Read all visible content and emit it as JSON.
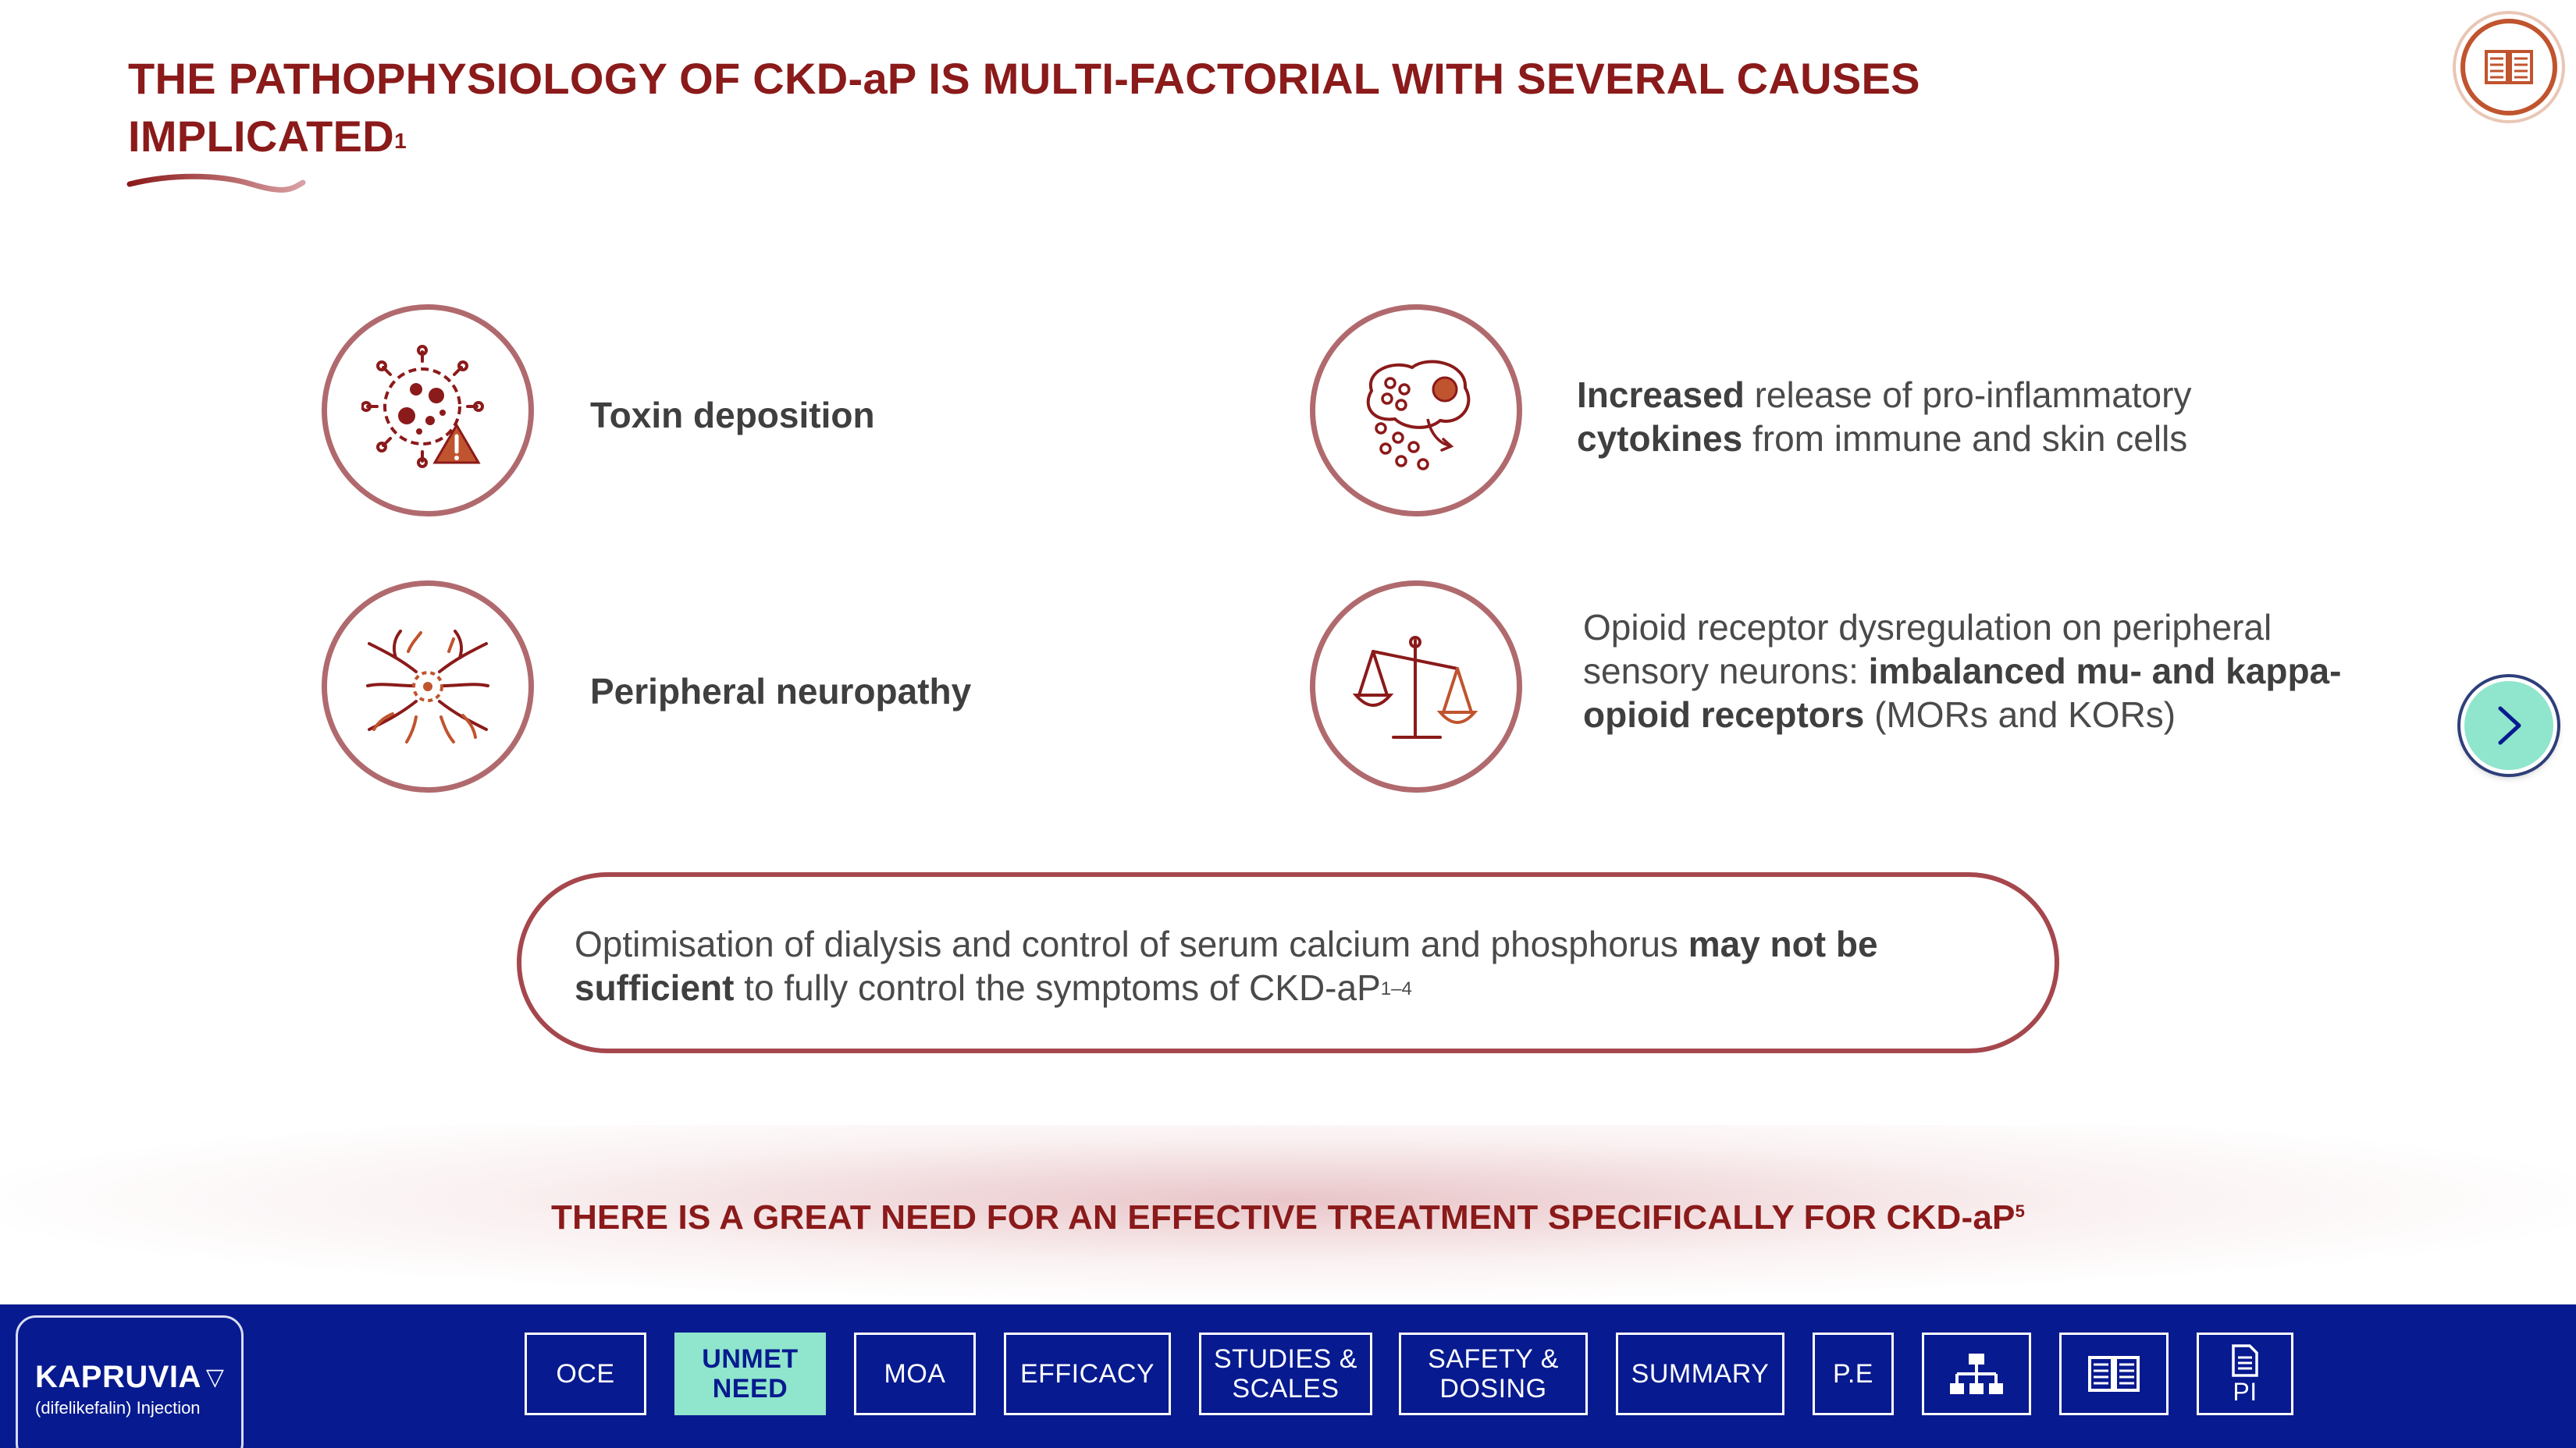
{
  "page": {
    "title": "THE PATHOPHYSIOLOGY OF CKD-aP IS MULTI-FACTORIAL WITH SEVERAL CAUSES IMPLICATED",
    "title_ref": "1"
  },
  "causes": [
    {
      "icon": "virus-toxin-icon",
      "plain_before": "",
      "bold": "Toxin deposition",
      "plain_after": ""
    },
    {
      "icon": "immune-cell-icon",
      "bold1": "Increased",
      "plain1": " release of pro-inflammatory ",
      "bold2": "cytokines",
      "plain2": " from immune and skin cells"
    },
    {
      "icon": "neuron-icon",
      "bold": "Peripheral neuropathy"
    },
    {
      "icon": "balance-scale-icon",
      "plain1": "Opioid receptor dysregulation on peripheral sensory neurons: ",
      "bold": "imbalanced mu- and kappa-opioid receptors",
      "plain2": " (MORs and KORs)"
    }
  ],
  "note": {
    "plain1": "Optimisation of dialysis and control of serum calcium and phosphorus ",
    "bold": "may not be sufficient",
    "plain2": " to fully control the symptoms of CKD-aP",
    "ref": "1–4"
  },
  "banner": {
    "text": "THERE IS A GREAT NEED FOR AN EFFECTIVE  TREATMENT SPECIFICALLY FOR CKD-aP",
    "ref": "5"
  },
  "logo": {
    "name": "KAPRUVIA",
    "triangle": "▽",
    "subtitle": "(difelikefalin) Injection"
  },
  "nav": {
    "items": [
      {
        "label1": "OCE",
        "label2": ""
      },
      {
        "label1": "UNMET",
        "label2": "NEED",
        "active": true
      },
      {
        "label1": "MOA",
        "label2": ""
      },
      {
        "label1": "EFFICACY",
        "label2": ""
      },
      {
        "label1": "STUDIES &",
        "label2": "SCALES"
      },
      {
        "label1": "SAFETY &",
        "label2": "DOSING"
      },
      {
        "label1": "SUMMARY",
        "label2": ""
      },
      {
        "label1": "P.E",
        "label2": ""
      }
    ],
    "pi_label": "PI",
    "icons": [
      "sitemap-icon",
      "book-icon",
      "document-icon"
    ]
  },
  "colors": {
    "title": "#8b1a1a",
    "navbar": "#071a8f",
    "active_tab": "#8fe6cc",
    "accent_orange": "#c0542e"
  }
}
